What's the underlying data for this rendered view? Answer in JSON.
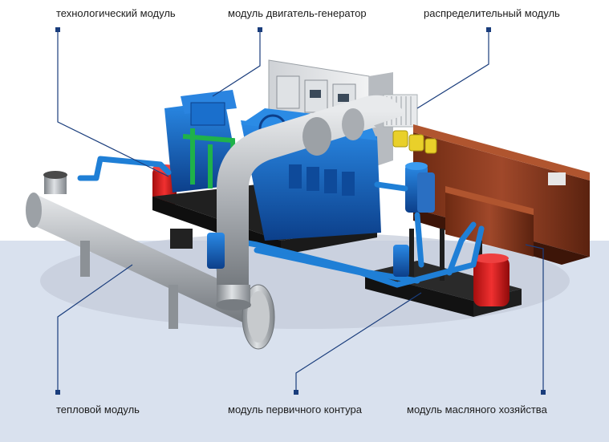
{
  "labels": {
    "tech_module": "технологический модуль",
    "engine_gen_module": "модуль двигатель-генератор",
    "distrib_module": "распределительный модуль",
    "heat_module": "тепловой модуль",
    "primary_circuit_module": "модуль первичного контура",
    "oil_module": "модуль масляного хозяйства"
  },
  "colors": {
    "leader_line": "#1a3d7c",
    "pipe_blue": "#1f7fd6",
    "engine_blue": "#1560b8",
    "pipe_steel": "#b9bcc0",
    "tank_rust": "#8b3a1e",
    "tank_red": "#d11a1a",
    "green_pipe": "#1fb24a",
    "yellow_valve": "#e9d02a",
    "frame_dark": "#1e1e1e",
    "floor": "#d9e1ee"
  }
}
